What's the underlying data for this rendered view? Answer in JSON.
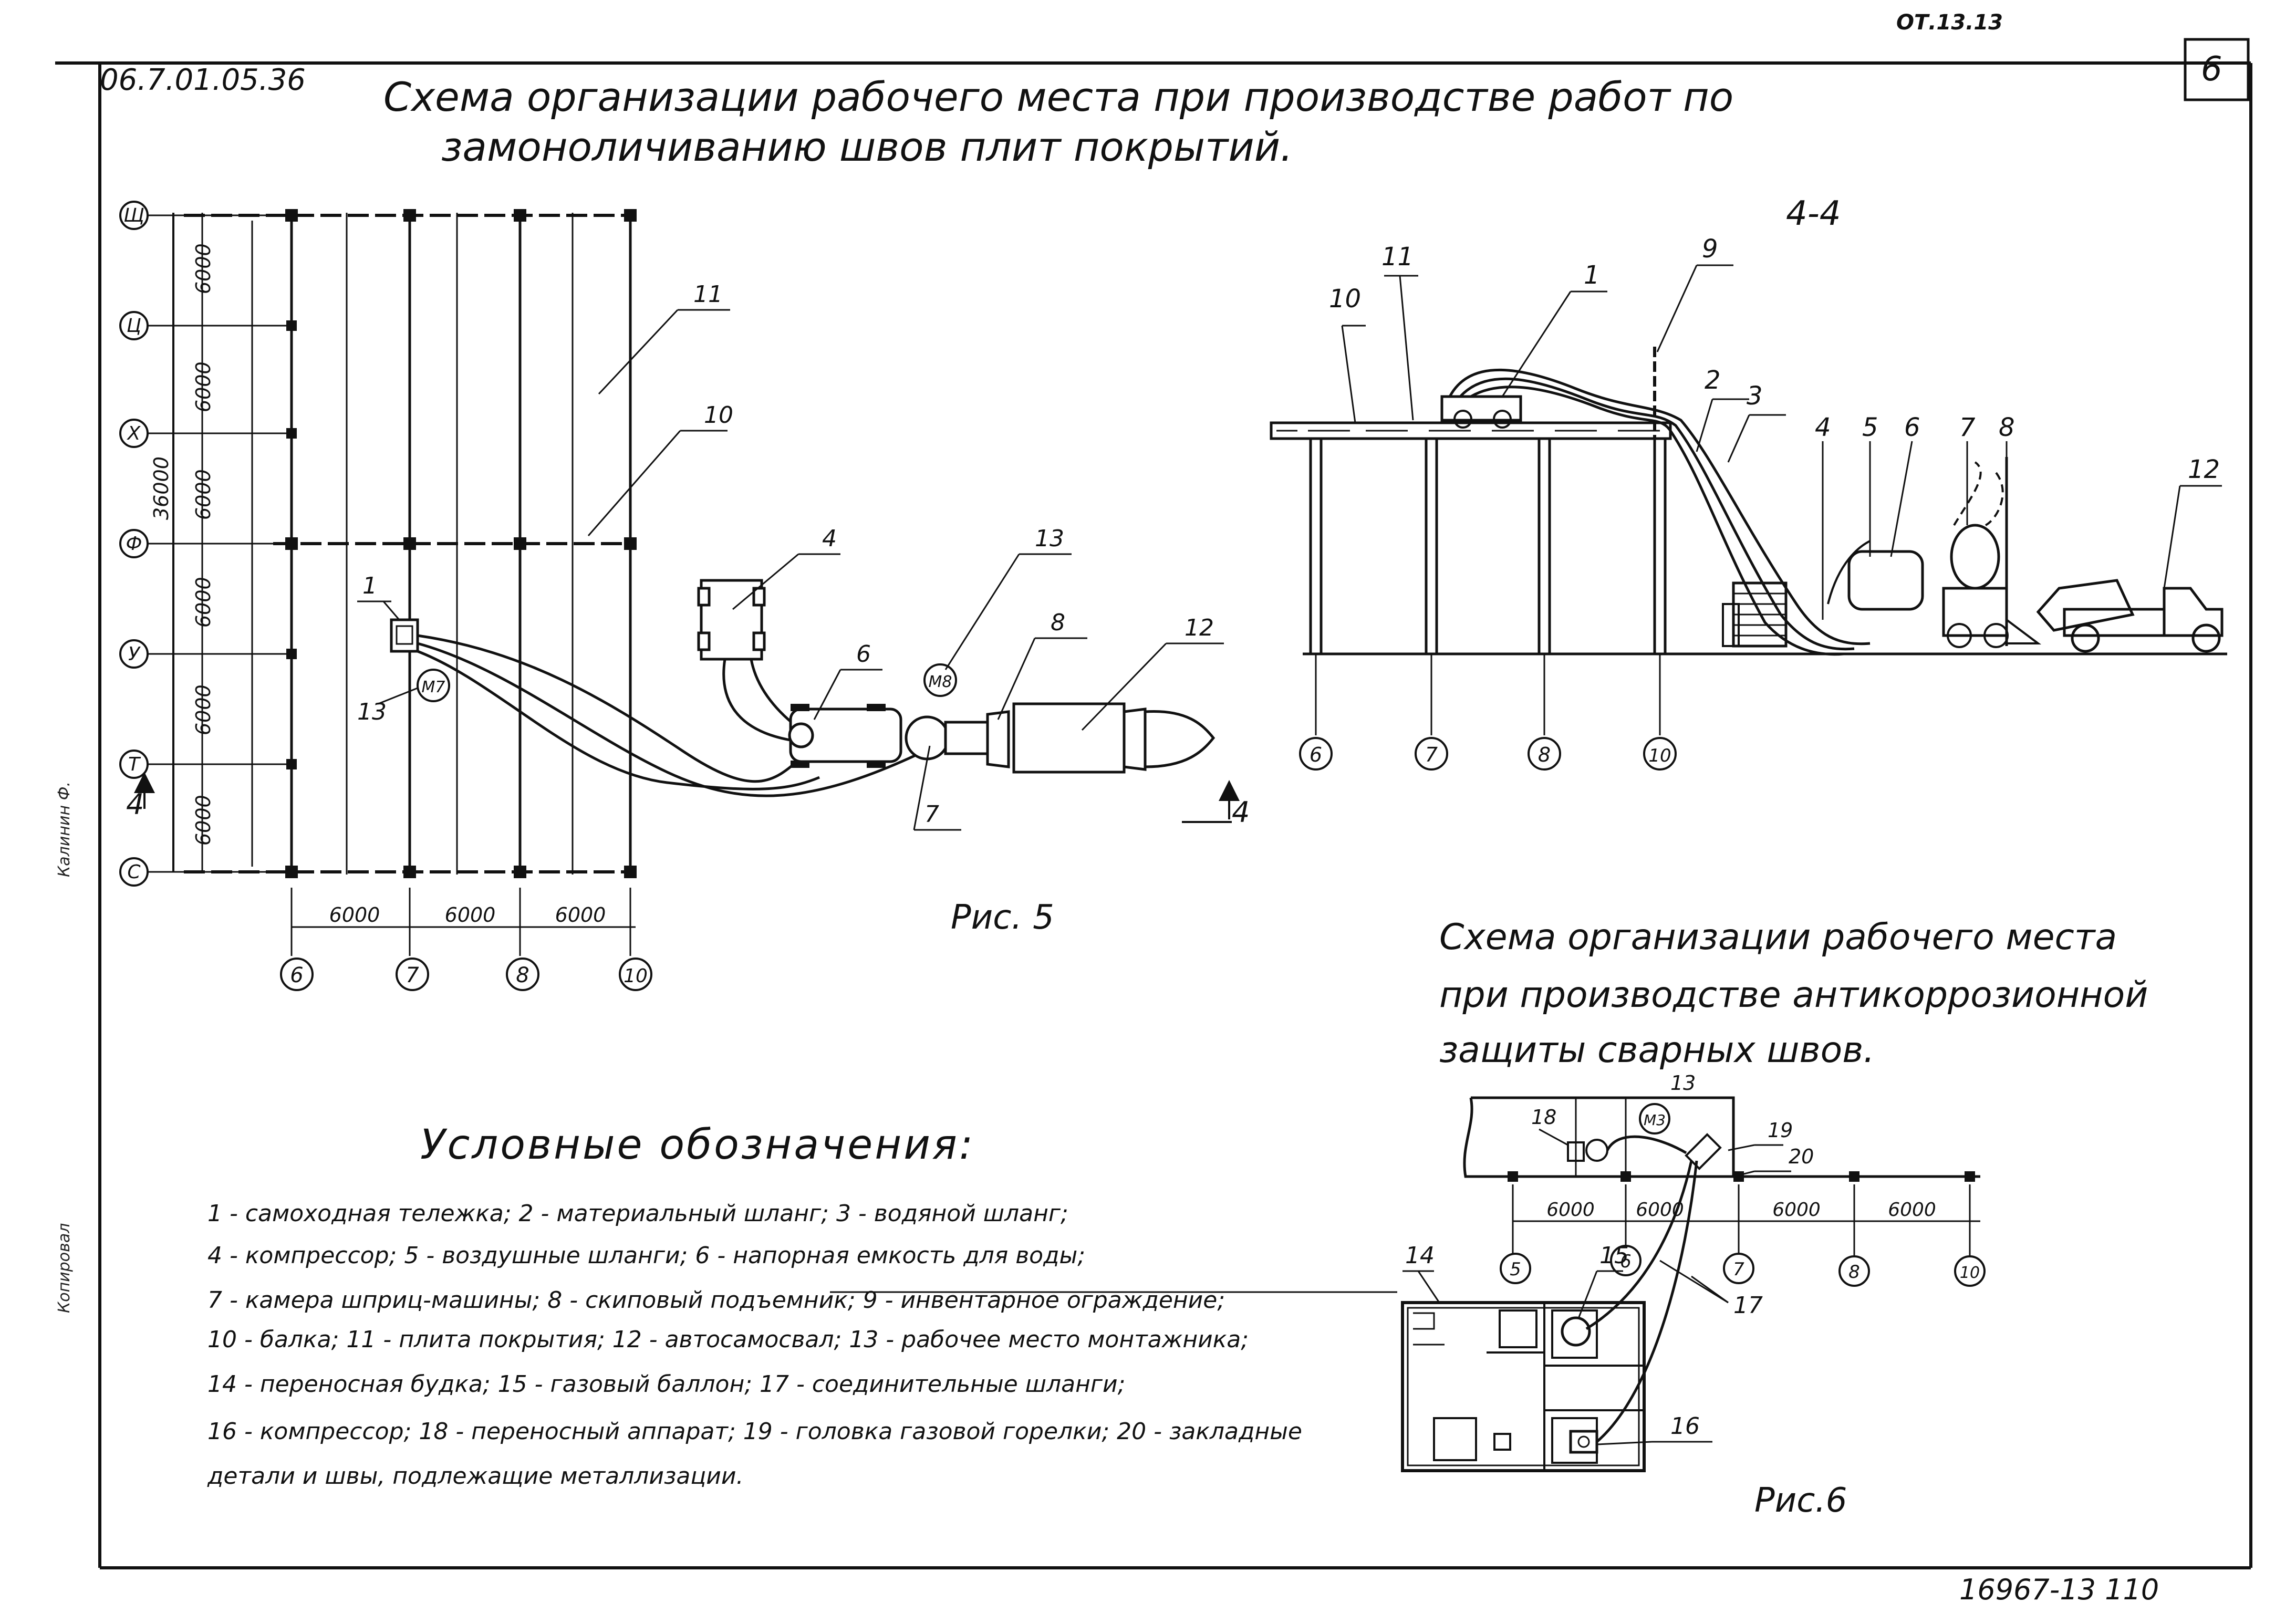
{
  "sheet": {
    "doc_code": "06.7.01.05.36",
    "sheet_number": "6",
    "top_right_stamp": "ОТ.13.13",
    "bottom_number": "16967-13  110",
    "side_notes": [
      "Калинин Ф.",
      "Копировал"
    ]
  },
  "titles": {
    "main_line1": "Схема организации рабочего места при производстве работ по",
    "main_line2": "замоноличиванию швов плит покрытий.",
    "section": "4-4",
    "fig6_line1": "Схема организации рабочего места",
    "fig6_line2": "при производстве антикоррозионной",
    "fig6_line3": "защиты сварных швов.",
    "legend": "Условные обозначения:"
  },
  "captions": {
    "fig5": "Рис. 5",
    "fig6": "Рис.6"
  },
  "plan": {
    "row_axes": [
      "Щ",
      "Ц",
      "Х",
      "Ф",
      "У",
      "Т",
      "С"
    ],
    "col_axes": [
      "6",
      "7",
      "8",
      "10"
    ],
    "row_spacings": [
      "6000",
      "6000",
      "6000",
      "6000",
      "6000",
      "6000"
    ],
    "col_spacings": [
      "6000",
      "6000",
      "6000"
    ],
    "overall_dim": "36000",
    "section_mark": "4",
    "worker_mark": "М7",
    "worker_mark_2": "М8",
    "callouts": [
      "1",
      "4",
      "6",
      "7",
      "8",
      "10",
      "11",
      "12",
      "13"
    ]
  },
  "section_view": {
    "axes": [
      "6",
      "7",
      "8",
      "10"
    ],
    "callouts": [
      "10",
      "11",
      "1",
      "9",
      "2",
      "3",
      "4",
      "5",
      "6",
      "7",
      "8",
      "12"
    ]
  },
  "fig6": {
    "axes": [
      "5",
      "6",
      "7",
      "8",
      "10"
    ],
    "spacings": [
      "6000",
      "6000",
      "6000",
      "6000"
    ],
    "worker_mark": "М3",
    "callouts": [
      "18",
      "13",
      "19",
      "20",
      "14",
      "15",
      "17",
      "16"
    ]
  },
  "legend": {
    "lines": [
      "1 - самоходная тележка; 2 - материальный шланг; 3 - водяной шланг;",
      "4 - компрессор; 5 - воздушные шланги; 6 - напорная емкость для воды;",
      "7 - камера шприц-машины; 8 - скиповый подъемник; 9 - инвентарное ограждение;",
      "10 - балка; 11 - плита покрытия; 12 - автосамосвал; 13 - рабочее место монтажника;",
      "14 - переносная будка; 15 - газовый баллон; 17 - соединительные шланги;",
      "16 - компрессор; 18 - переносный аппарат; 19 - головка газовой горелки; 20 - закладные",
      "детали и швы, подлежащие металлизации."
    ]
  }
}
